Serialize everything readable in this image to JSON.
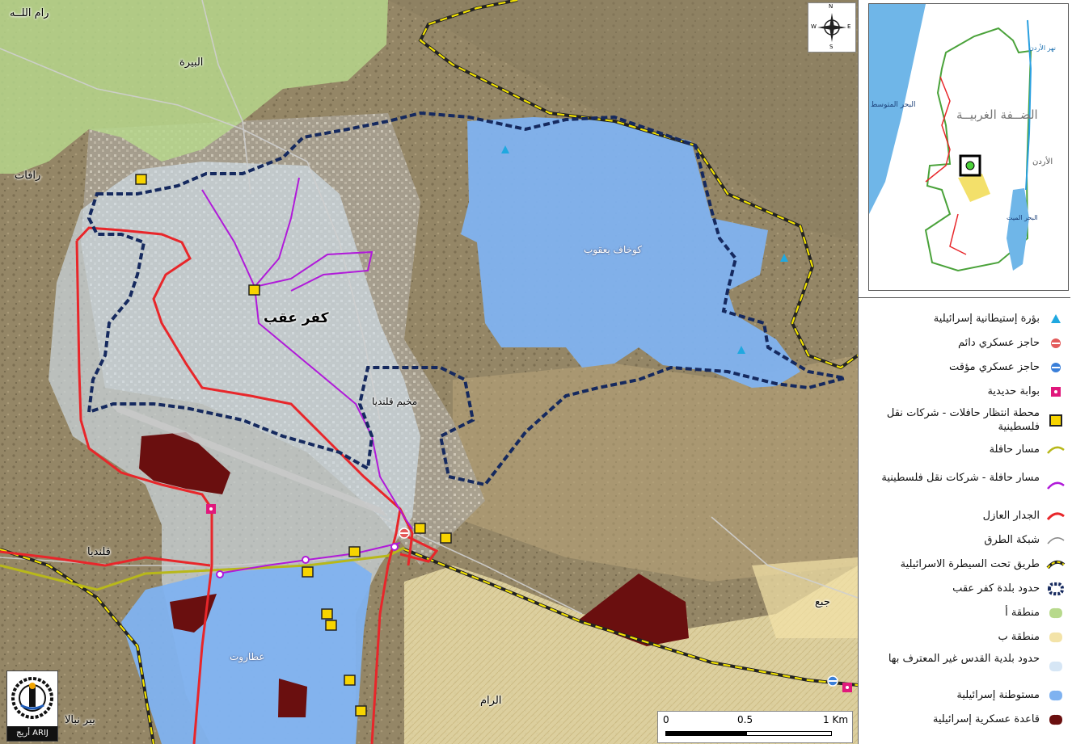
{
  "map": {
    "labels": {
      "ramallah": "رام اللــه",
      "al_bireh": "البيرة",
      "rafat": "رافات",
      "kafr_aqab": "كفر عقب",
      "qalandiya_camp": "مخيم قلنديا",
      "kochav_yaakov": "كوخاف يعقوب",
      "qalandiya": "قلنديا",
      "atarot": "عطاروت",
      "jaba": "جبع",
      "ar_ram": "الرام",
      "bir_nabala": "بير نبالا"
    },
    "compass": {
      "n": "N",
      "s": "S",
      "e": "E",
      "w": "W"
    },
    "scale": {
      "zero": "0",
      "half": "0.5",
      "end": "1 Km"
    },
    "logo_text": "أريج ARIJ"
  },
  "inset": {
    "west_bank": "الضــفة الغربيــة",
    "mediterranean": "البحر المتوسط",
    "dead_sea": "البحر الميت",
    "jordan_river": "نهر الأردن",
    "jordan": "الأردن"
  },
  "legend": {
    "items": [
      {
        "label": "بؤرة إستيطانية إسرائيلية",
        "symbol": "outpost-triangle-icon"
      },
      {
        "label": "حاجز عسكري دائم",
        "symbol": "permanent-checkpoint-icon"
      },
      {
        "label": "حاجز عسكري مؤقت",
        "symbol": "temporary-checkpoint-icon"
      },
      {
        "label": "بوابة حديدية",
        "symbol": "iron-gate-icon"
      },
      {
        "label": "محطة انتظار حافلات - شركات نقل فلسطينية",
        "symbol": "bus-stop-icon"
      },
      {
        "label": "مسار حافلة",
        "symbol": "bus-route-line-icon"
      },
      {
        "label": "مسار حافلة - شركات نقل فلسطينية",
        "symbol": "palestinian-bus-route-line-icon"
      },
      {
        "label": "الجدار العازل",
        "symbol": "separation-wall-line-icon"
      },
      {
        "label": "شبكة الطرق",
        "symbol": "road-network-line-icon"
      },
      {
        "label": "طريق تحت السيطرة الاسرائيلية",
        "symbol": "israeli-controlled-road-icon"
      },
      {
        "label": "حدود بلدة كفر عقب",
        "symbol": "kafr-aqab-boundary-icon"
      },
      {
        "label": "منطقة أ",
        "symbol": "area-a-swatch-icon"
      },
      {
        "label": "منطقة ب",
        "symbol": "area-b-swatch-icon"
      },
      {
        "label": "حدود بلدية القدس غير المعترف بها",
        "symbol": "jerusalem-boundary-swatch-icon"
      },
      {
        "label": "مستوطنة إسرائيلية",
        "symbol": "settlement-swatch-icon"
      },
      {
        "label": "قاعدة عسكرية إسرائيلية",
        "symbol": "military-base-swatch-icon"
      }
    ]
  },
  "colors": {
    "area_a": "#b7d98c",
    "area_b": "#f3e3a8",
    "jerusalem_boundary": "#d6e6f5",
    "settlement": "#7fb2f0",
    "military_base": "#6a0f0f",
    "wall": "#e8262a",
    "kafr_aqab_boundary": "#15295e",
    "bus_route": "#b8b81a",
    "palestinian_bus_route": "#b01ad9",
    "israeli_road": "#f2e200",
    "outpost": "#20a8e0",
    "gate": "#e0187c",
    "terrain": "#9a8b6e"
  }
}
